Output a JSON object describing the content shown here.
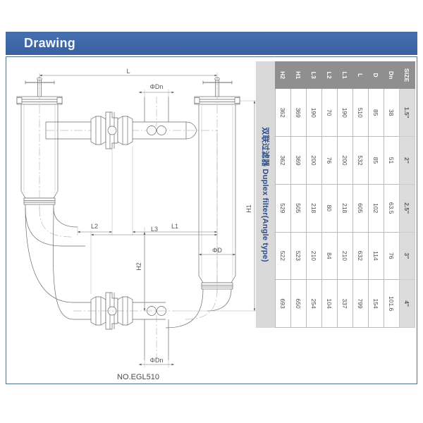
{
  "header": {
    "title": "Drawing"
  },
  "drawing": {
    "part_number": "NO.EGL510",
    "dimension_labels": {
      "overall_length": "L",
      "nozzle_top": "ΦDn",
      "nozzle_bottom": "ΦDn",
      "body_dia": "ΦD",
      "len1": "L1",
      "len2": "L2",
      "len3": "L3",
      "height1": "H1",
      "height2": "H2"
    }
  },
  "spec_table": {
    "caption": "双联过滤器 Duplex filter(Angle type)",
    "row_headers": [
      "SIZE",
      "Dn",
      "D",
      "L",
      "L1",
      "L2",
      "L3",
      "H1",
      "H2"
    ],
    "columns": [
      {
        "size": "1.5\"",
        "values": [
          "38",
          "85",
          "510",
          "190",
          "70",
          "190",
          "369",
          "362"
        ]
      },
      {
        "size": "2\"",
        "values": [
          "51",
          "85",
          "532",
          "200",
          "76",
          "200",
          "369",
          "362"
        ]
      },
      {
        "size": "2.5\"",
        "values": [
          "63.5",
          "102",
          "605",
          "218",
          "80",
          "218",
          "505",
          "529"
        ]
      },
      {
        "size": "3\"",
        "values": [
          "76",
          "114",
          "632",
          "210",
          "84",
          "210",
          "523",
          "522"
        ]
      },
      {
        "size": "4\"",
        "values": [
          "101.6",
          "154",
          "799",
          "337",
          "104",
          "254",
          "650",
          "693"
        ]
      }
    ]
  },
  "colors": {
    "header_bar": "#3b63a5",
    "card_border": "#53718f",
    "table_header_bg": "#8f8f8f",
    "table_size_bg": "#dcdcdc",
    "caption_text": "#2d4d8c"
  }
}
